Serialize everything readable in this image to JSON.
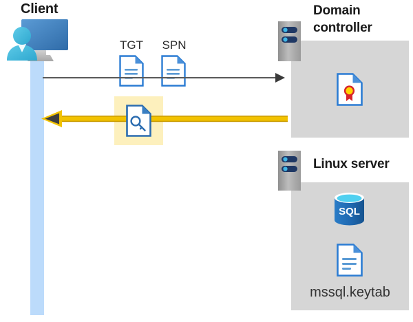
{
  "diagram": {
    "type": "sequence-diagram",
    "title_client": "Client",
    "title_domain_controller": "Domain\ncontroller",
    "title_domain_controller_line1": "Domain",
    "title_domain_controller_line2": "controller",
    "title_linux_server": "Linux server",
    "labels": {
      "tgt": "TGT",
      "spn": "SPN",
      "keytab_file": "mssql.keytab"
    },
    "icons": {
      "client": "workstation-user-icon",
      "domain_controller_server": "server-rack-icon",
      "linux_server": "server-rack-icon",
      "tgt_document": "document-icon",
      "spn_document": "document-icon",
      "key_document": "document-key-icon",
      "certificate_document": "document-certificate-icon",
      "sql_database": "sql-database-icon",
      "keytab_document": "document-icon"
    },
    "flows": [
      {
        "name": "request",
        "direction": "client-to-domain-controller",
        "style": "thin-gray-arrow",
        "color": "#595959"
      },
      {
        "name": "response",
        "direction": "domain-controller-to-client",
        "style": "thick-yellow-arrow",
        "color": "#f2c200",
        "highlighted": true,
        "highlight_color": "#fdf0bd"
      }
    ],
    "colors": {
      "panel_gray": "#d6d6d6",
      "lifeline_blue": "#bcdbfb",
      "accent_blue": "#2b7cd3",
      "yellow": "#f2c200",
      "arrow_gray": "#595959",
      "sql_blue": "#1f6bb8",
      "cert_red": "#d8232a",
      "cert_gold": "#ffd400"
    }
  }
}
